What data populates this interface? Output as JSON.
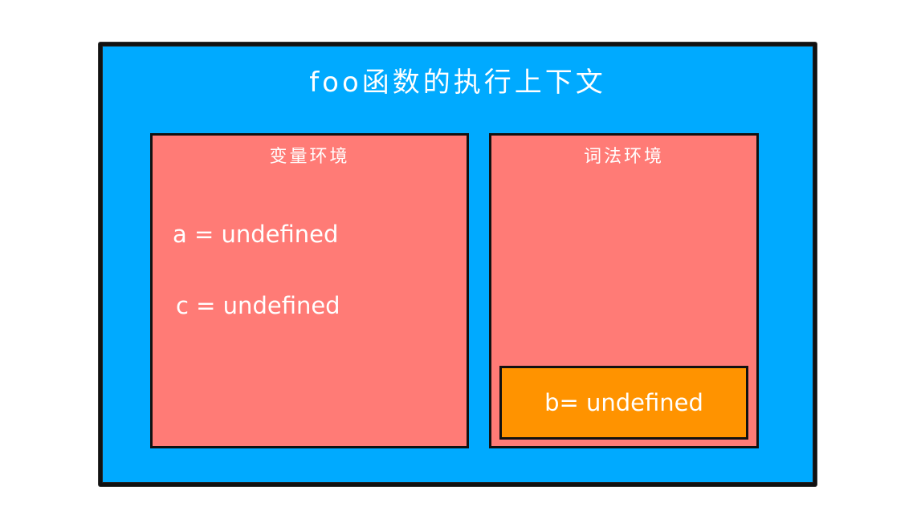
{
  "diagram": {
    "title": "foo函数的执行上下文",
    "colors": {
      "context_bg": "#00aaff",
      "environment_bg": "#ff7b76",
      "block_bg": "#ff9300",
      "border": "#111111",
      "text": "#ffffff"
    },
    "variable_environment": {
      "label": "变量环境",
      "entries": [
        "a = undefined",
        "c = undefined"
      ]
    },
    "lexical_environment": {
      "label": "词法环境",
      "block": {
        "entries": [
          "b= undefined"
        ]
      }
    }
  }
}
